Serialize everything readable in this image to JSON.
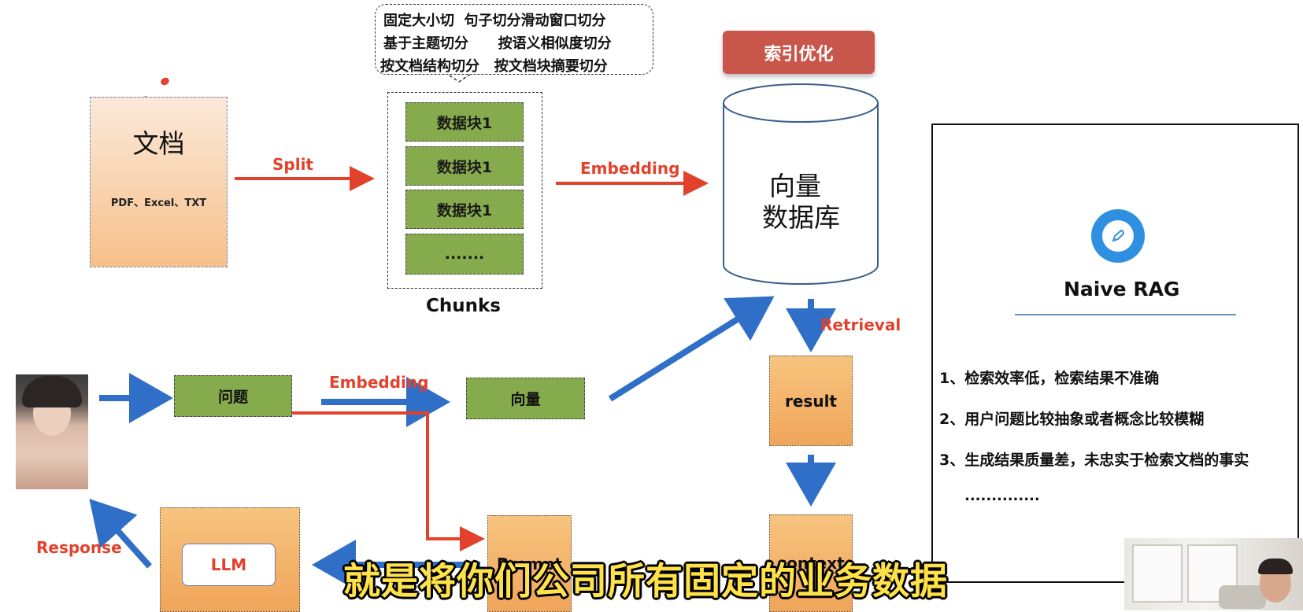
{
  "strategies": {
    "row1": "固定大小切  句子切分滑动窗口切分",
    "row2": "基于主题切分      按语义相似度切分",
    "row3": "按文档结构切分   按文档块摘要切分"
  },
  "document": {
    "title": "文档",
    "formats": "PDF、Excel、TXT"
  },
  "chunks": {
    "items": [
      "数据块1",
      "数据块1",
      "数据块1",
      "......."
    ],
    "label": "Chunks"
  },
  "labels": {
    "split": "Split",
    "embedding_top": "Embedding",
    "embedding_bottom": "Embedding",
    "retrieval": "Retrieval",
    "response": "Response"
  },
  "index_optimization": "索引优化",
  "vector_db": {
    "line1": "向量",
    "line2": "数据库"
  },
  "question": "问题",
  "vector": "向量",
  "result": "result",
  "prompt": "Prompt",
  "context": "context",
  "llm": "LLM",
  "naive_rag": {
    "title": "Naive RAG",
    "items": [
      "1、检索效率低，检索结果不准确",
      "2、用户问题比较抽象或者概念比较模糊",
      "3、生成结果质量差，未忠实于检索文档的事实"
    ],
    "more": ".............."
  },
  "subtitle": "就是将你们公司所有固定的业务数据",
  "colors": {
    "arrow_red": "#e2412b",
    "arrow_blue": "#2f6fc7",
    "block_green": "#86ab4c",
    "block_orange": "#f0a55a",
    "badge_red": "#c9564a",
    "subtitle_yellow": "#ffe24a"
  }
}
